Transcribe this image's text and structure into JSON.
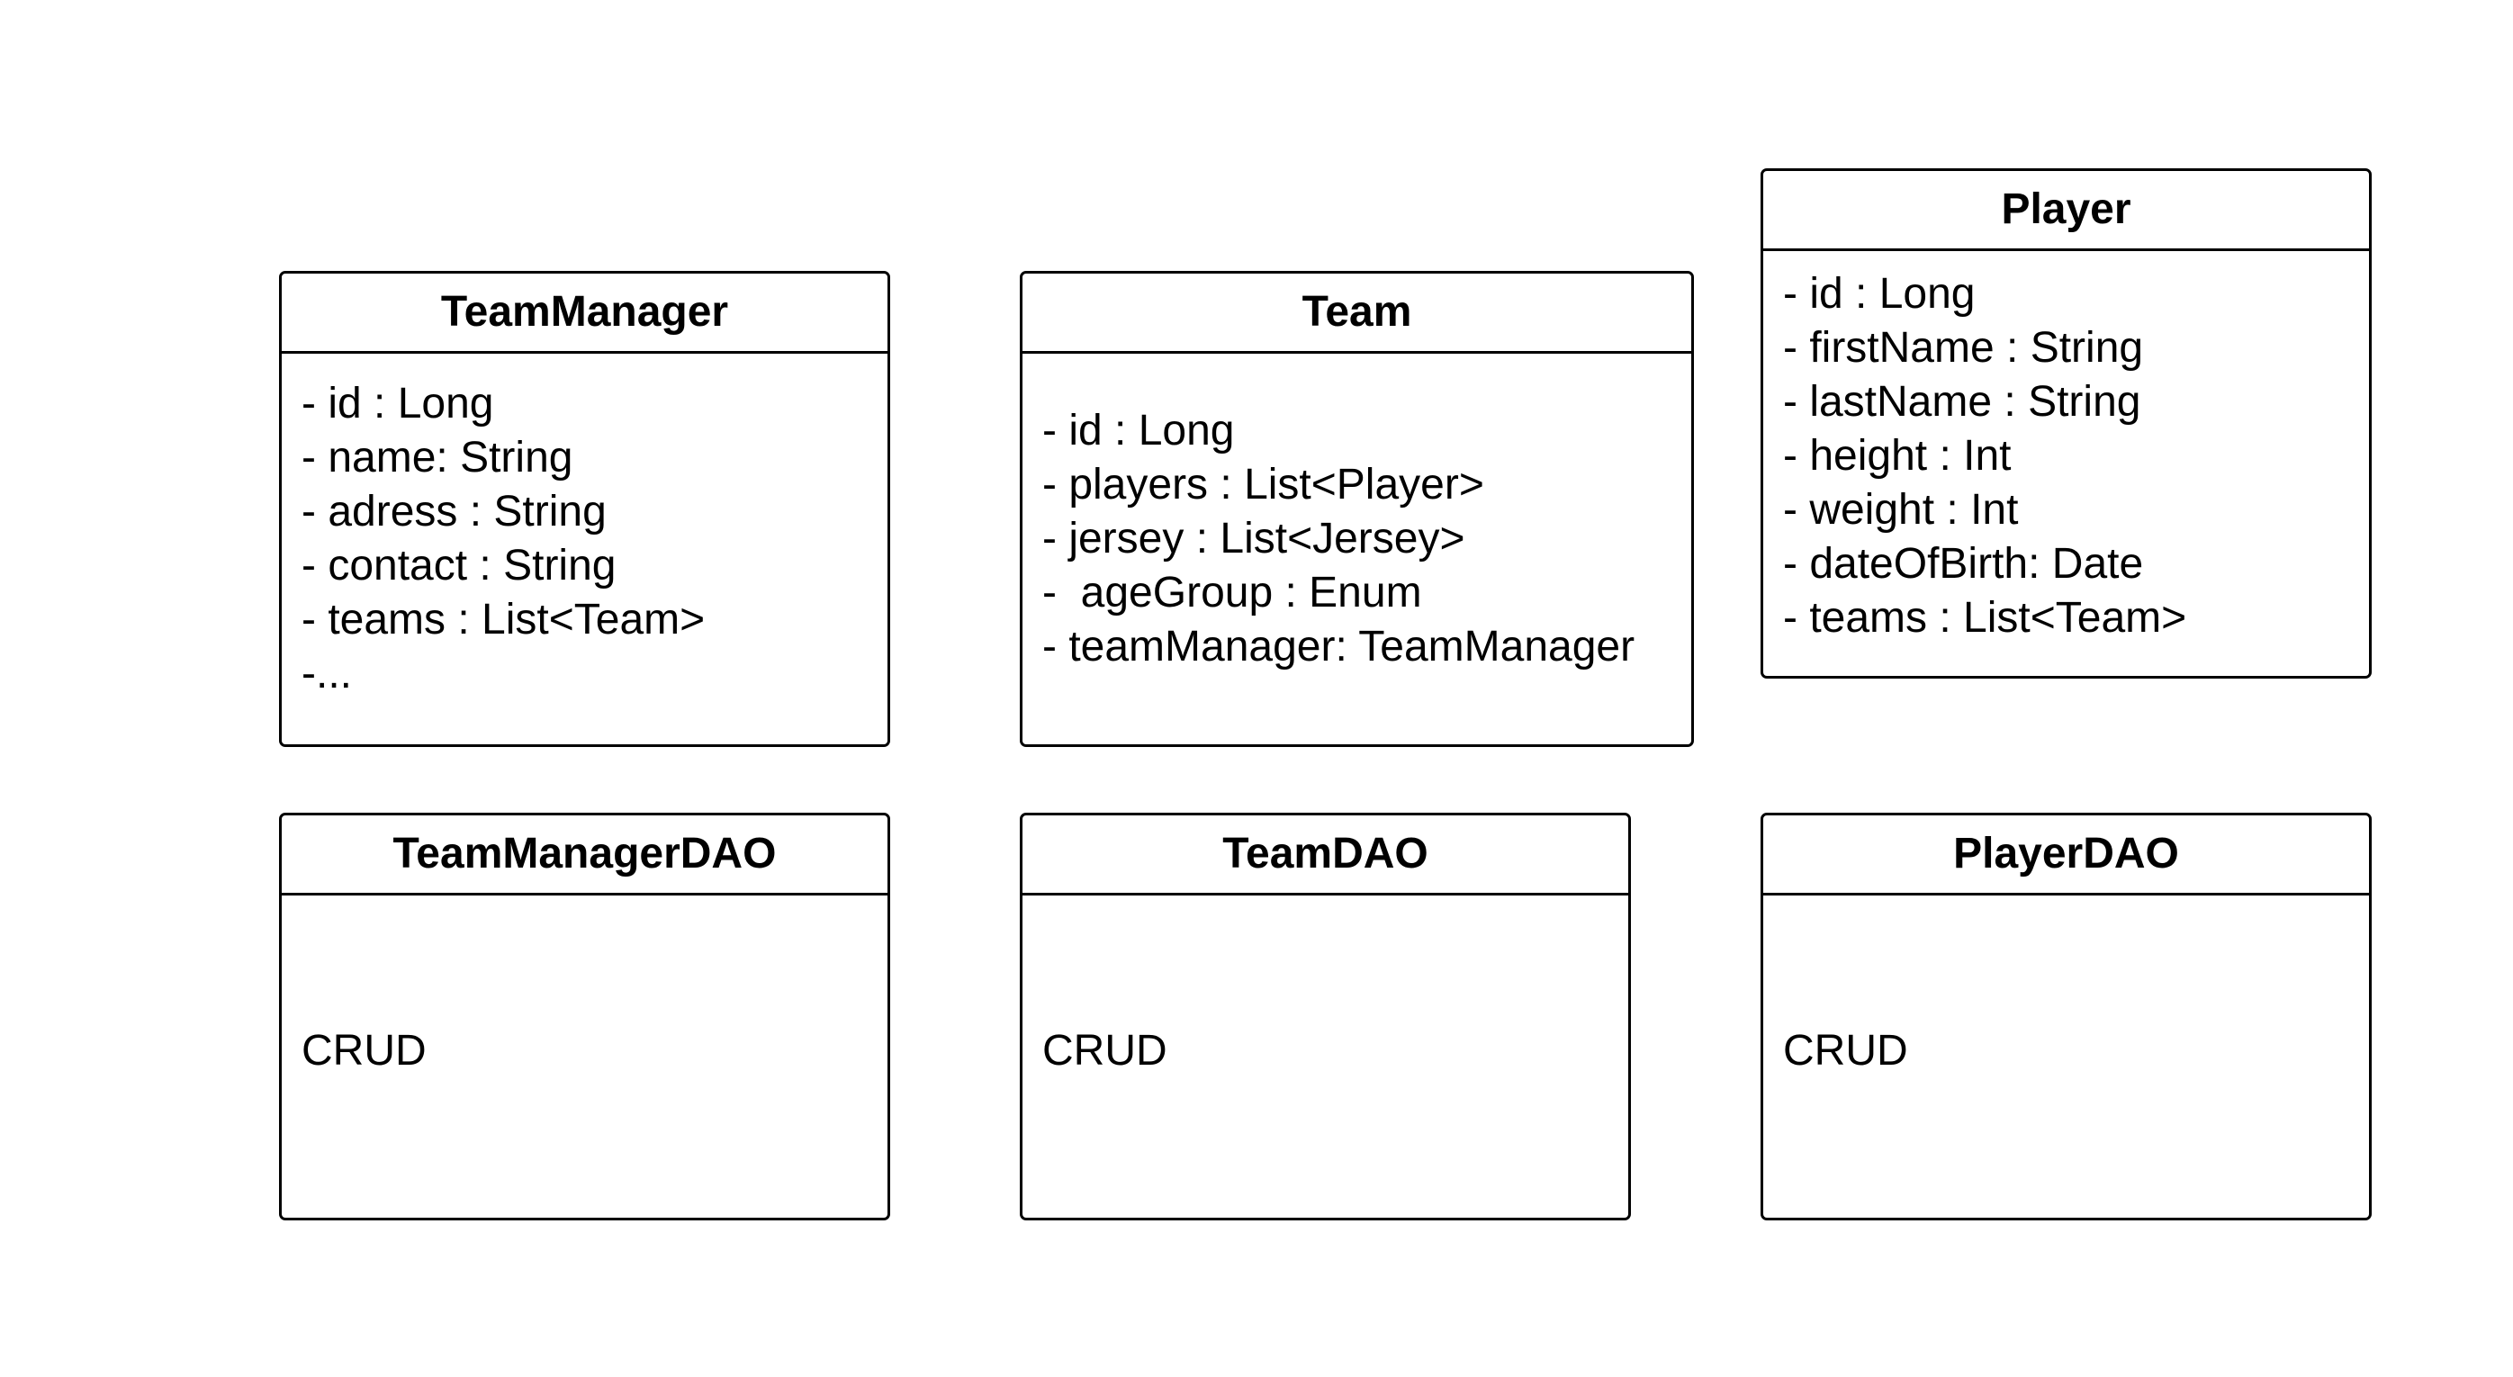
{
  "classes": {
    "teammanager": {
      "name": "TeamManager",
      "attributes": [
        "- id : Long",
        "- name: String",
        "- adress : String",
        "- contact : String",
        "- teams : List<Team>",
        "-..."
      ]
    },
    "team": {
      "name": "Team",
      "attributes": [
        "- id : Long",
        "- players : List<Player>",
        "- jersey : List<Jersey>",
        "-  ageGroup : Enum",
        "- teamManager: TeamManager"
      ]
    },
    "player": {
      "name": "Player",
      "attributes": [
        "- id : Long",
        "- firstName : String",
        "- lastName : String",
        "- height : Int",
        "- weight : Int",
        "- dateOfBirth: Date",
        "- teams : List<Team>"
      ]
    },
    "teammanagerdao": {
      "name": "TeamManagerDAO",
      "body": "CRUD"
    },
    "teamdao": {
      "name": "TeamDAO",
      "body": "CRUD"
    },
    "playerdao": {
      "name": "PlayerDAO",
      "body": "CRUD"
    }
  }
}
